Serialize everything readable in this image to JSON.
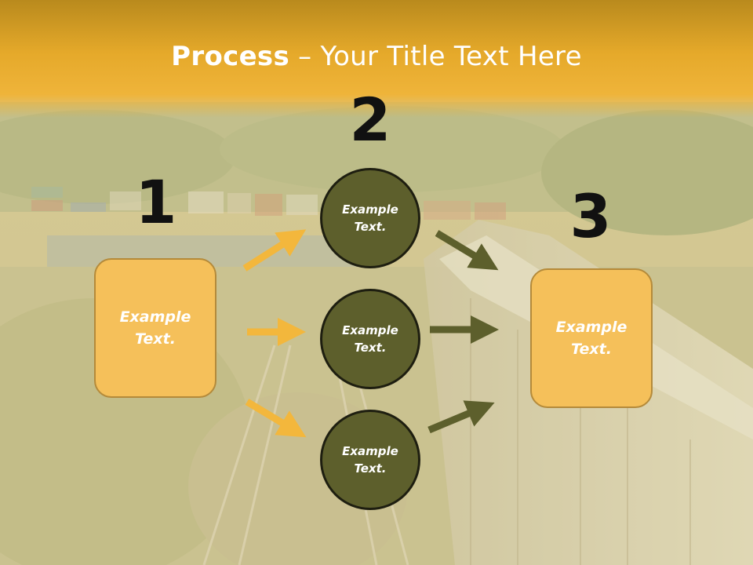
{
  "title": {
    "bold": "Process",
    "rest": " – Your Title Text Here"
  },
  "steps": [
    {
      "number": "1",
      "text": "Example Text."
    },
    {
      "number": "2",
      "items": [
        "Example Text.",
        "Example Text.",
        "Example Text."
      ]
    },
    {
      "number": "3",
      "text": "Example Text."
    }
  ],
  "colors": {
    "header": "#e5a92a",
    "box_fill": "#f5c05a",
    "box_border": "#b48a3a",
    "circle_fill": "#5d5f2c",
    "circle_border": "#1e1e10",
    "arrow_yellow": "#f3b73c",
    "arrow_olive": "#5d5f2c"
  }
}
